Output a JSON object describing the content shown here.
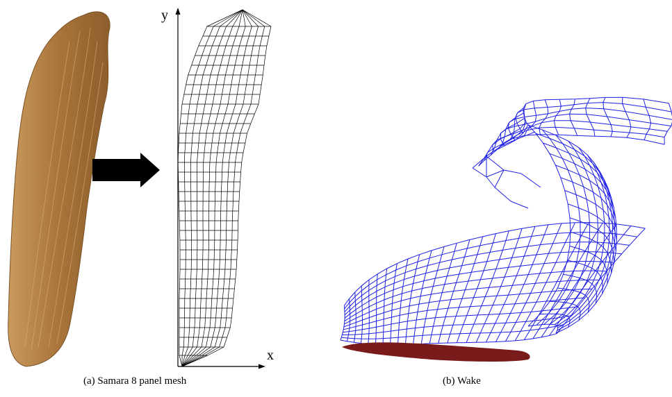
{
  "captions": {
    "a": "(a) Samara 8 panel mesh",
    "b": "(b) Wake"
  },
  "axes": {
    "x_label": "x",
    "y_label": "y"
  },
  "colors": {
    "samara_seed": "#a8743a",
    "panel_mesh": "#000000",
    "wake_mesh": "#1f1fe6",
    "wing_section": "#7a1b1b",
    "arrow": "#000000"
  }
}
